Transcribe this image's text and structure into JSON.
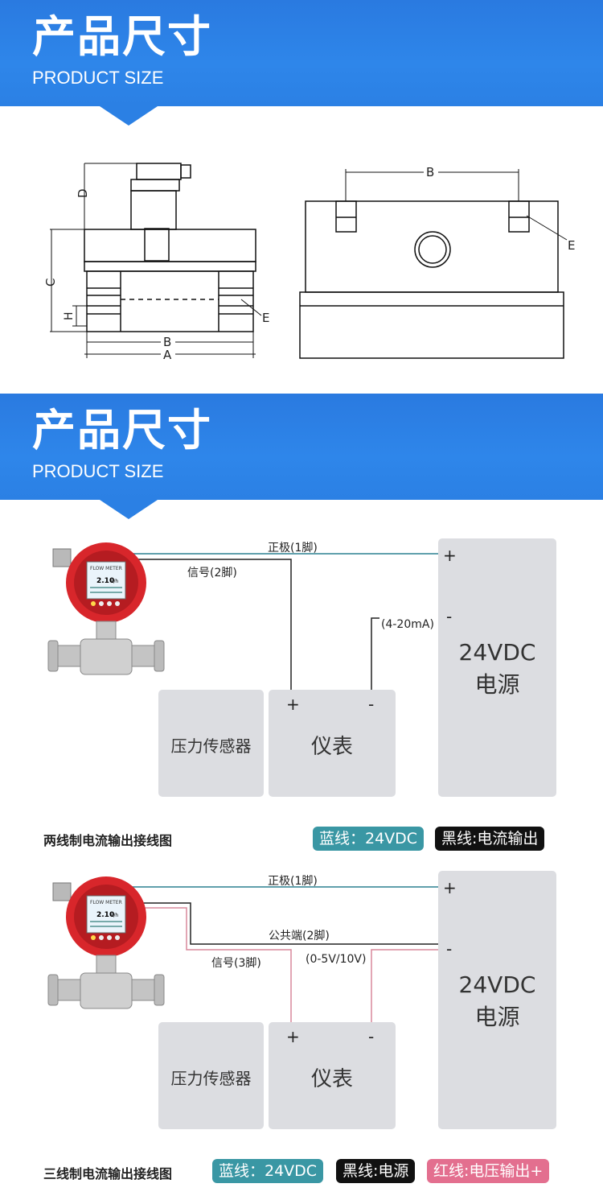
{
  "section1": {
    "title_cn": "产品尺寸",
    "title_en": "PRODUCT SIZE",
    "side_view_labels": {
      "d": "D",
      "c": "C",
      "h": "H",
      "b": "B",
      "a": "A",
      "e": "E"
    },
    "top_view_labels": {
      "b": "B",
      "e": "E"
    }
  },
  "section2": {
    "title_cn": "产品尺寸",
    "title_en": "PRODUCT SIZE"
  },
  "diagram1": {
    "wire_positive": "正极(1脚)",
    "wire_signal": "信号(2脚)",
    "wire_current": "(4-20mA)",
    "power_plus": "+",
    "power_minus": "-",
    "power_voltage": "24VDC",
    "power_name": "电源",
    "sensor_label": "压力传感器",
    "meter_label": "仪表",
    "meter_plus": "+",
    "meter_minus": "-",
    "legend_title": "两线制电流输出接线图",
    "legend_blue": "蓝线：24VDC",
    "legend_black": "黑线:电流输出"
  },
  "diagram2": {
    "wire_positive": "正极(1脚)",
    "wire_common": "公共端(2脚)",
    "wire_signal": "信号(3脚)",
    "wire_voltage": "(0-5V/10V)",
    "power_plus": "+",
    "power_minus": "-",
    "power_voltage": "24VDC",
    "power_name": "电源",
    "sensor_label": "压力传感器",
    "meter_label": "仪表",
    "meter_plus": "+",
    "meter_minus": "-",
    "legend_title": "三线制电流输出接线图",
    "legend_blue": "蓝线：24VDC",
    "legend_black": "黑线:电源",
    "legend_red": "红线:电压输出+"
  },
  "device_display": {
    "brand": "FLOW METER",
    "reading": "2.10",
    "unit": "L/h"
  },
  "colors": {
    "banner": "#2b80e4",
    "wire_blue": "#4a93a0",
    "wire_black": "#222222",
    "wire_red": "#d9889c",
    "box_gray": "#dcdde1",
    "tag_teal": "#3a97a4",
    "tag_pink": "#e36f8f",
    "device_red": "#d8262b"
  }
}
